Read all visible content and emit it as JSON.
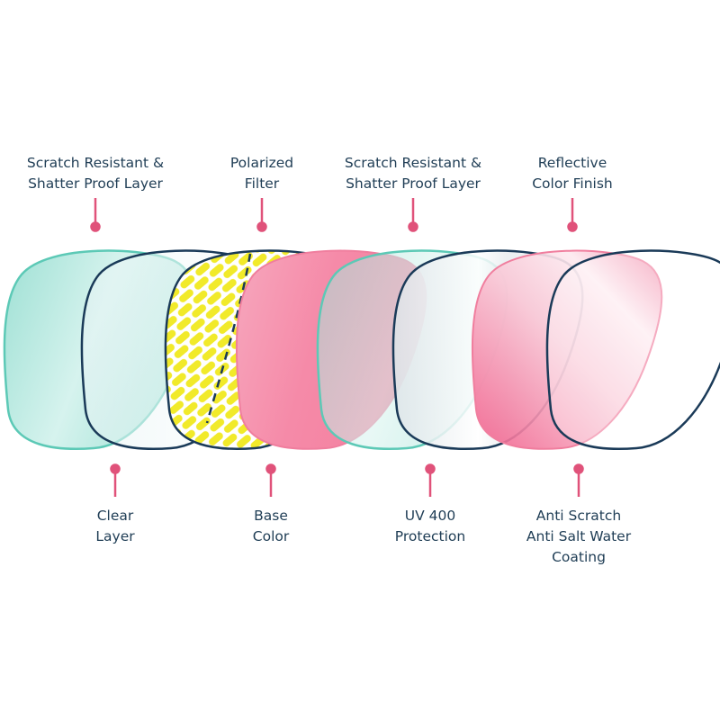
{
  "colors": {
    "teal": "#5cc9b6",
    "navy": "#1a3a58",
    "pink": "#f07e9e",
    "yellow": "#f1ea2a",
    "connector": "#e0527a",
    "text": "#1f3d55"
  },
  "labels_top": [
    {
      "line1": "Scratch Resistant &",
      "line2": "Shatter Proof Layer"
    },
    {
      "line1": "Polarized",
      "line2": "Filter"
    },
    {
      "line1": "Scratch Resistant &",
      "line2": "Shatter Proof Layer"
    },
    {
      "line1": "Reflective",
      "line2": "Color Finish"
    }
  ],
  "labels_bottom": [
    {
      "line1": "Clear",
      "line2": "Layer"
    },
    {
      "line1": "Base",
      "line2": "Color"
    },
    {
      "line1": "UV 400",
      "line2": "Protection"
    },
    {
      "line1": "Anti Scratch",
      "line2": "Anti Salt Water",
      "line3": "Coating"
    }
  ]
}
